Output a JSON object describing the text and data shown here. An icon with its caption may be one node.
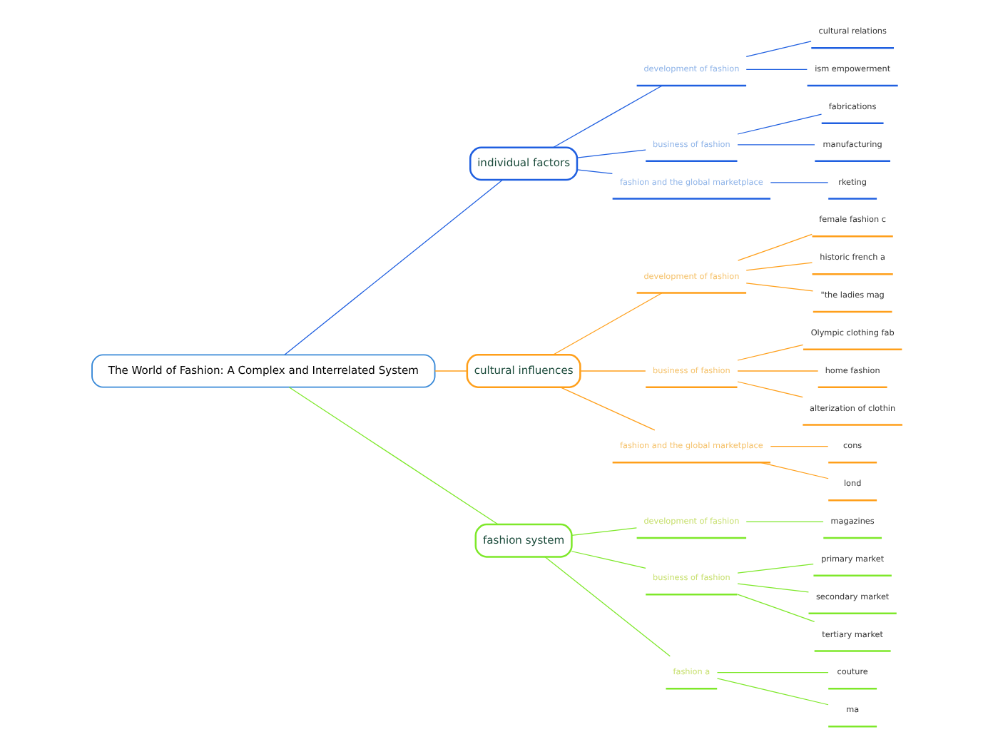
{
  "diagram": {
    "nodes": [
      {
        "text": [
          "The World of Fashion: A Complex and Interrelated System"
        ]
      },
      {
        "text": [
          "individual factors"
        ]
      },
      {
        "text": [
          "development of fashion"
        ]
      },
      {
        "text": [
          "cultural relations"
        ]
      },
      {
        "text": [
          "ism empowerment"
        ]
      },
      {
        "text": [
          "business of fashion"
        ]
      },
      {
        "text": [
          "fabrications"
        ]
      },
      {
        "text": [
          "manufacturing"
        ]
      },
      {
        "text": [
          "fashion and the global marketplace"
        ]
      },
      {
        "text": [
          "rketing"
        ]
      },
      {
        "text": [
          "cultural influences"
        ]
      },
      {
        "text": [
          "development of fashion"
        ]
      },
      {
        "text": [
          "female fashion c"
        ]
      },
      {
        "text": [
          "historic french a"
        ]
      },
      {
        "text": [
          "\"the ladies mag"
        ]
      },
      {
        "text": [
          "business of fashion"
        ]
      },
      {
        "text": [
          "Olympic clothing fab"
        ]
      },
      {
        "text": [
          "home fashion"
        ]
      },
      {
        "text": [
          "alterization of clothin"
        ]
      },
      {
        "text": [
          "fashion and the global marketplace"
        ]
      },
      {
        "text": [
          "cons"
        ]
      },
      {
        "text": [
          "lond"
        ]
      },
      {
        "text": [
          "fashion system"
        ]
      },
      {
        "text": [
          "development of fashion"
        ]
      },
      {
        "text": [
          "magazines"
        ]
      },
      {
        "text": [
          "business of fashion"
        ]
      },
      {
        "text": [
          "primary market"
        ]
      },
      {
        "text": [
          "secondary market"
        ]
      },
      {
        "text": [
          "tertiary market"
        ]
      },
      {
        "text": [
          "fashion a"
        ]
      },
      {
        "text": [
          "couture"
        ]
      },
      {
        "text": [
          "ma"
        ]
      }
    ],
    "edges": [
      {
        "from": 0,
        "to": 1,
        "arrow": "none",
        "color": "#1f5fe0"
      },
      {
        "from": 1,
        "to": 2,
        "arrow": "none",
        "color": "#1f5fe0"
      },
      {
        "from": 2,
        "to": 3,
        "arrow": "none",
        "color": "#1f5fe0"
      },
      {
        "from": 2,
        "to": 4,
        "arrow": "none",
        "color": "#1f5fe0"
      },
      {
        "from": 1,
        "to": 5,
        "arrow": "none",
        "color": "#1f5fe0"
      },
      {
        "from": 5,
        "to": 6,
        "arrow": "none",
        "color": "#1f5fe0"
      },
      {
        "from": 5,
        "to": 7,
        "arrow": "none",
        "color": "#1f5fe0"
      },
      {
        "from": 1,
        "to": 8,
        "arrow": "none",
        "color": "#1f5fe0"
      },
      {
        "from": 8,
        "to": 9,
        "arrow": "none",
        "color": "#1f5fe0"
      },
      {
        "from": 0,
        "to": 10,
        "arrow": "none",
        "color": "#ff9f1a"
      },
      {
        "from": 10,
        "to": 11,
        "arrow": "none",
        "color": "#ff9f1a"
      },
      {
        "from": 11,
        "to": 12,
        "arrow": "none",
        "color": "#ff9f1a"
      },
      {
        "from": 11,
        "to": 13,
        "arrow": "none",
        "color": "#ff9f1a"
      },
      {
        "from": 11,
        "to": 14,
        "arrow": "none",
        "color": "#ff9f1a"
      },
      {
        "from": 10,
        "to": 15,
        "arrow": "none",
        "color": "#ff9f1a"
      },
      {
        "from": 15,
        "to": 16,
        "arrow": "none",
        "color": "#ff9f1a"
      },
      {
        "from": 15,
        "to": 17,
        "arrow": "none",
        "color": "#ff9f1a"
      },
      {
        "from": 15,
        "to": 18,
        "arrow": "none",
        "color": "#ff9f1a"
      },
      {
        "from": 10,
        "to": 19,
        "arrow": "none",
        "color": "#ff9f1a"
      },
      {
        "from": 19,
        "to": 20,
        "arrow": "none",
        "color": "#ff9f1a"
      },
      {
        "from": 19,
        "to": 21,
        "arrow": "none",
        "color": "#ff9f1a"
      },
      {
        "from": 0,
        "to": 22,
        "arrow": "none",
        "color": "#7ee82a"
      },
      {
        "from": 22,
        "to": 23,
        "arrow": "none",
        "color": "#7ee82a"
      },
      {
        "from": 23,
        "to": 24,
        "arrow": "none",
        "color": "#7ee82a"
      },
      {
        "from": 22,
        "to": 25,
        "arrow": "none",
        "color": "#7ee82a"
      },
      {
        "from": 25,
        "to": 26,
        "arrow": "none",
        "color": "#7ee82a"
      },
      {
        "from": 25,
        "to": 27,
        "arrow": "none",
        "color": "#7ee82a"
      },
      {
        "from": 25,
        "to": 28,
        "arrow": "none",
        "color": "#7ee82a"
      },
      {
        "from": 22,
        "to": 29,
        "arrow": "none",
        "color": "#7ee82a"
      },
      {
        "from": 29,
        "to": 30,
        "arrow": "none",
        "color": "#7ee82a"
      },
      {
        "from": 29,
        "to": 31,
        "arrow": "none",
        "color": "#7ee82a"
      }
    ]
  }
}
